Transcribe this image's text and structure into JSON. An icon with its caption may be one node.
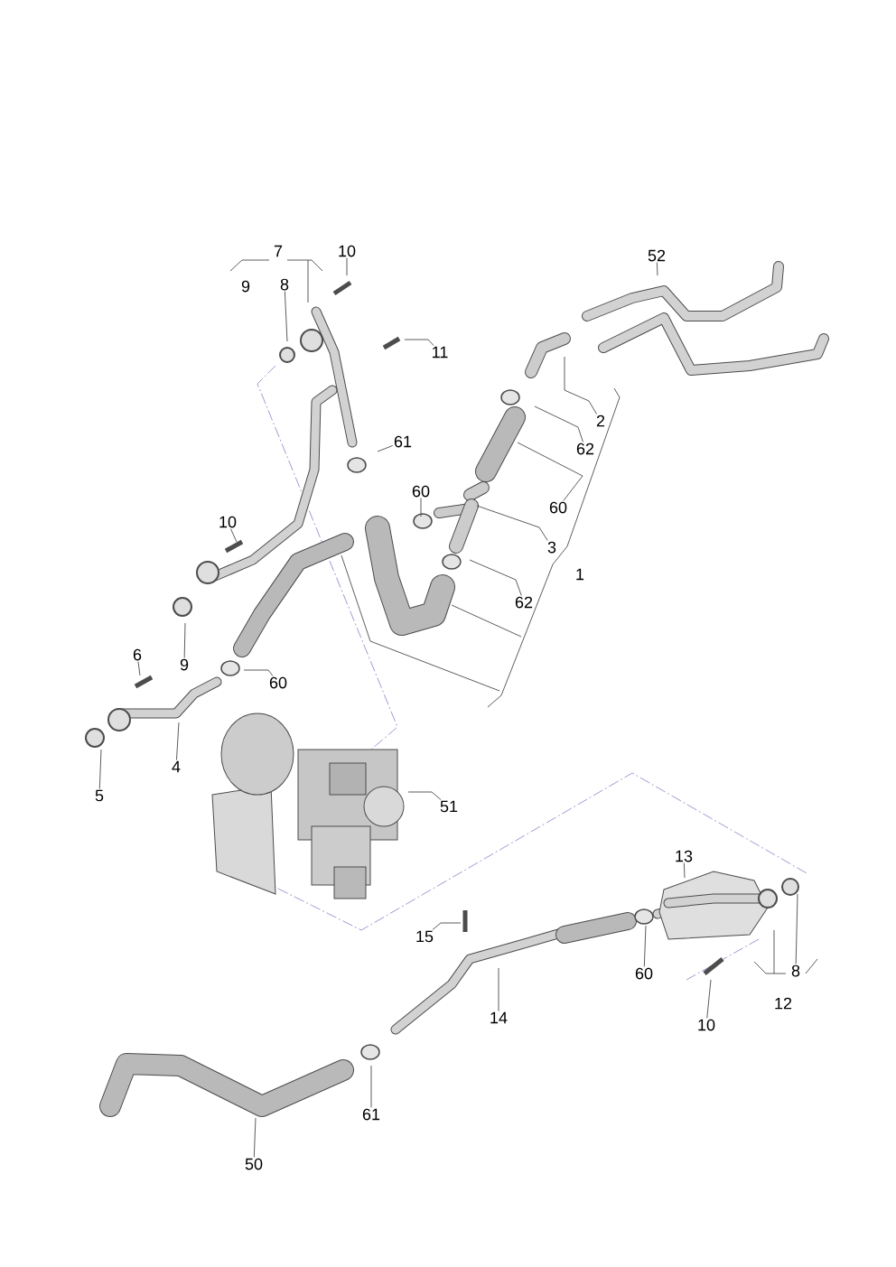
{
  "diagram": {
    "nodes": [
      {
        "text": [
          "10"
        ]
      },
      {
        "text": [
          "8"
        ]
      },
      {
        "text": [
          "11"
        ]
      },
      {
        "text": [
          "52"
        ]
      },
      {
        "text": [
          "2"
        ]
      },
      {
        "text": [
          "62"
        ]
      },
      {
        "text": [
          "61"
        ]
      },
      {
        "text": [
          "60"
        ]
      },
      {
        "text": [
          "60"
        ]
      },
      {
        "text": [
          "3"
        ]
      },
      {
        "text": [
          "10"
        ]
      },
      {
        "text": [
          "62"
        ]
      },
      {
        "text": [
          "9"
        ]
      },
      {
        "text": [
          "6"
        ]
      },
      {
        "text": [
          "60"
        ]
      },
      {
        "text": [
          "4"
        ]
      },
      {
        "text": [
          "5"
        ]
      },
      {
        "text": [
          "51"
        ]
      },
      {
        "text": [
          "13"
        ]
      },
      {
        "text": [
          "15"
        ]
      },
      {
        "text": [
          "60"
        ]
      },
      {
        "text": [
          "8"
        ]
      },
      {
        "text": [
          "14"
        ]
      },
      {
        "text": [
          "10"
        ]
      },
      {
        "text": [
          "61"
        ]
      },
      {
        "text": [
          "50"
        ]
      }
    ],
    "edges": [
      {
        "from": 0,
        "to": null,
        "arrow": "none"
      },
      {
        "from": 1,
        "to": null,
        "arrow": "none"
      },
      {
        "from": 2,
        "to": null,
        "arrow": "none"
      },
      {
        "from": 3,
        "to": null,
        "arrow": "none"
      },
      {
        "from": 4,
        "to": null,
        "arrow": "none"
      },
      {
        "from": 5,
        "to": null,
        "arrow": "none"
      },
      {
        "from": 6,
        "to": null,
        "arrow": "none"
      },
      {
        "from": 7,
        "to": null,
        "arrow": "none"
      },
      {
        "from": 8,
        "to": null,
        "arrow": "none"
      },
      {
        "from": 9,
        "to": null,
        "arrow": "none"
      },
      {
        "from": 10,
        "to": null,
        "arrow": "none"
      },
      {
        "from": 11,
        "to": null,
        "arrow": "none"
      },
      {
        "from": 12,
        "to": null,
        "arrow": "none"
      },
      {
        "from": 13,
        "to": null,
        "arrow": "none"
      },
      {
        "from": 14,
        "to": null,
        "arrow": "none"
      },
      {
        "from": 15,
        "to": null,
        "arrow": "none"
      },
      {
        "from": 16,
        "to": null,
        "arrow": "none"
      },
      {
        "from": 17,
        "to": null,
        "arrow": "none"
      },
      {
        "from": 18,
        "to": null,
        "arrow": "none"
      },
      {
        "from": 19,
        "to": null,
        "arrow": "none"
      },
      {
        "from": 20,
        "to": null,
        "arrow": "none"
      },
      {
        "from": 21,
        "to": null,
        "arrow": "none"
      },
      {
        "from": 22,
        "to": null,
        "arrow": "none"
      },
      {
        "from": 23,
        "to": null,
        "arrow": "none"
      },
      {
        "from": 24,
        "to": null,
        "arrow": "none"
      },
      {
        "from": 25,
        "to": null,
        "arrow": "none"
      }
    ],
    "labels": [
      "7",
      "9",
      "1",
      "12"
    ]
  }
}
